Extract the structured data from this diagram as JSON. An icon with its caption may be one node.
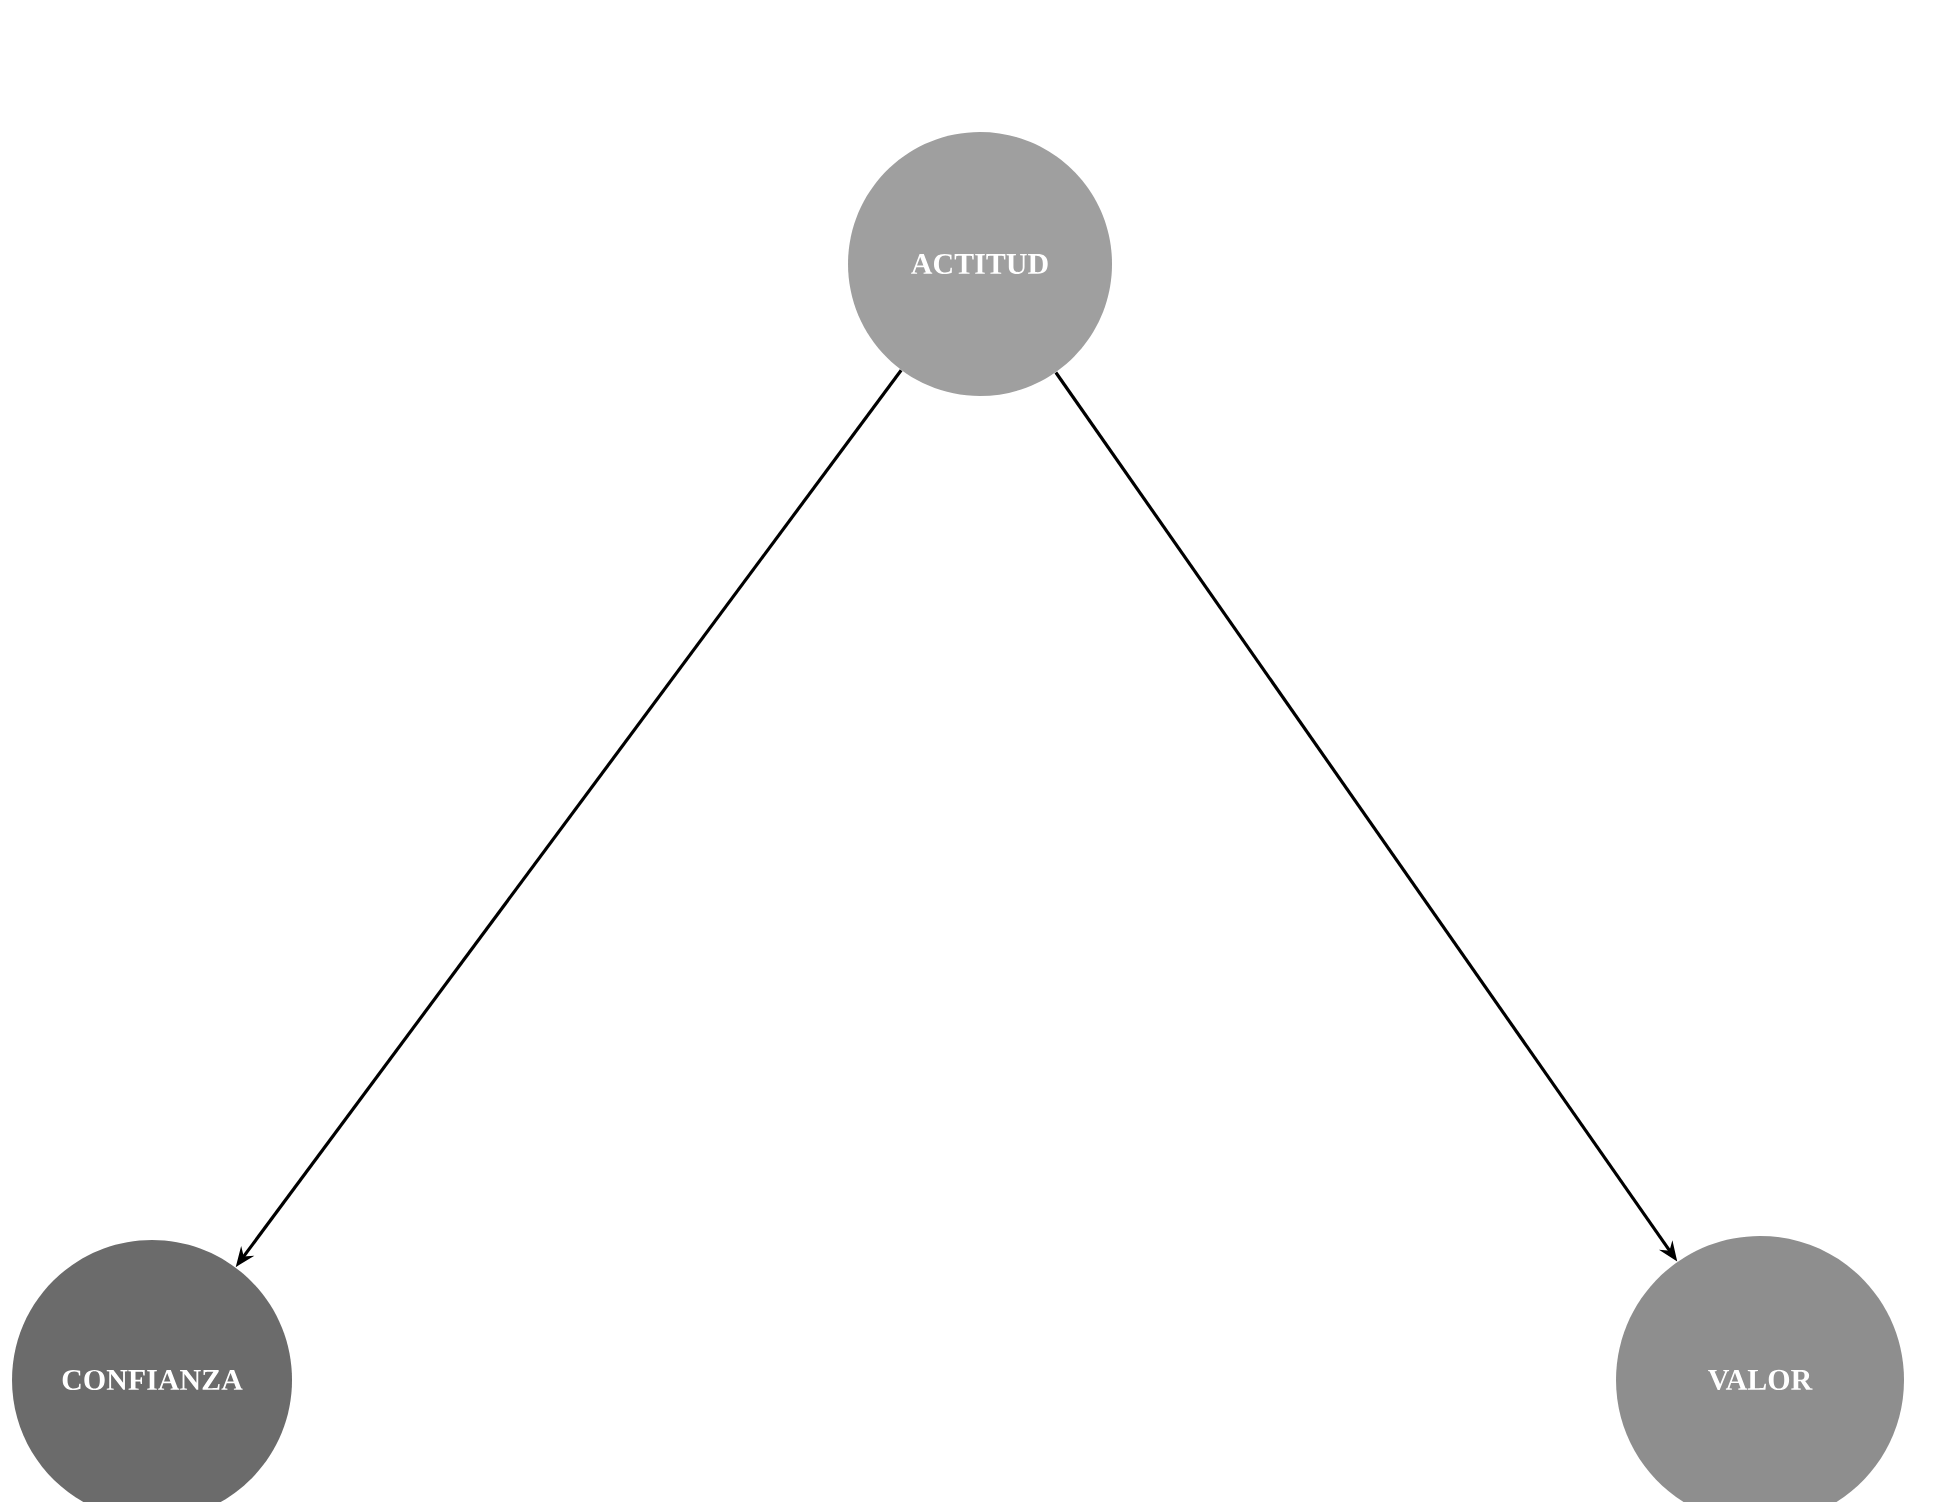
{
  "diagram": {
    "nodes": [
      {
        "text": [
          "ACTITUD"
        ]
      },
      {
        "text": [
          "CONFIANZA"
        ]
      },
      {
        "text": [
          "VALOR"
        ]
      }
    ],
    "edges": [
      {
        "from": 0,
        "to": 1,
        "arrow": "to"
      },
      {
        "from": 0,
        "to": 2,
        "arrow": "to"
      }
    ]
  }
}
